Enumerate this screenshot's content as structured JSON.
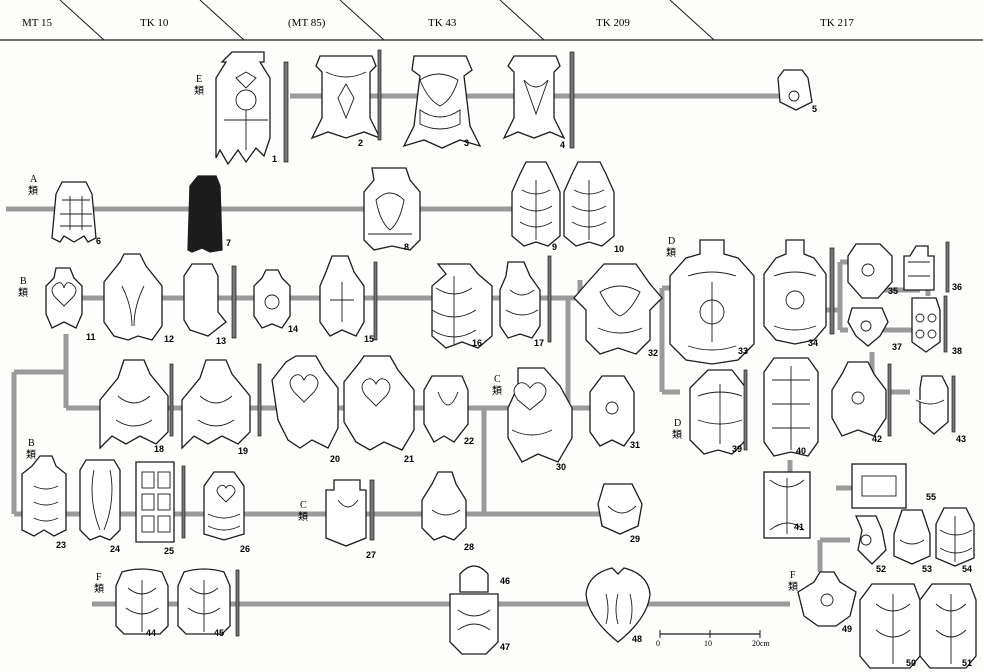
{
  "header": {
    "phases": [
      "MT 15",
      "TK 10",
      "(MT 85)",
      "TK 43",
      "TK 209",
      "TK 217"
    ]
  },
  "classes": {
    "E": "E\n類",
    "A": "A\n類",
    "B1": "B\n類",
    "B2": "B\n類",
    "C1": "C\n類",
    "C2": "C\n類",
    "D1": "D\n類",
    "D2": "D\n類",
    "F1": "F\n類",
    "F2": "F\n類"
  },
  "artifacts": [
    "1",
    "2",
    "3",
    "4",
    "5",
    "6",
    "7",
    "8",
    "9",
    "10",
    "11",
    "12",
    "13",
    "14",
    "15",
    "16",
    "17",
    "18",
    "19",
    "20",
    "21",
    "22",
    "23",
    "24",
    "25",
    "26",
    "27",
    "28",
    "29",
    "30",
    "31",
    "32",
    "33",
    "34",
    "35",
    "36",
    "37",
    "38",
    "39",
    "40",
    "41",
    "42",
    "43",
    "44",
    "45",
    "46",
    "47",
    "48",
    "49",
    "50",
    "51",
    "52",
    "53",
    "54",
    "55"
  ],
  "scale_bar": {
    "zero": "0",
    "mid": "10",
    "end": "20cm"
  }
}
